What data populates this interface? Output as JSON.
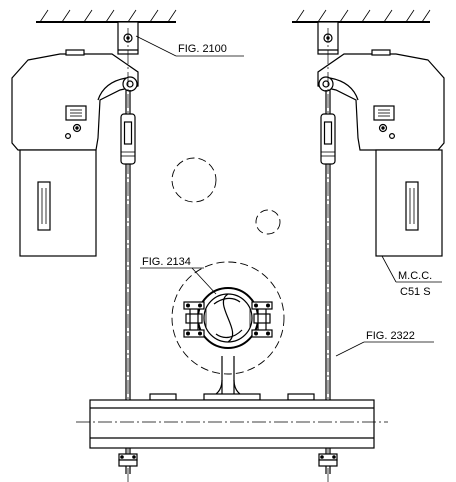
{
  "labels": {
    "fig_2100": "FIG. 2100",
    "fig_2134": "FIG. 2134",
    "fig_2322": "FIG. 2322",
    "mcc_line1": "M.C.C.",
    "mcc_line2": "C51 S"
  }
}
